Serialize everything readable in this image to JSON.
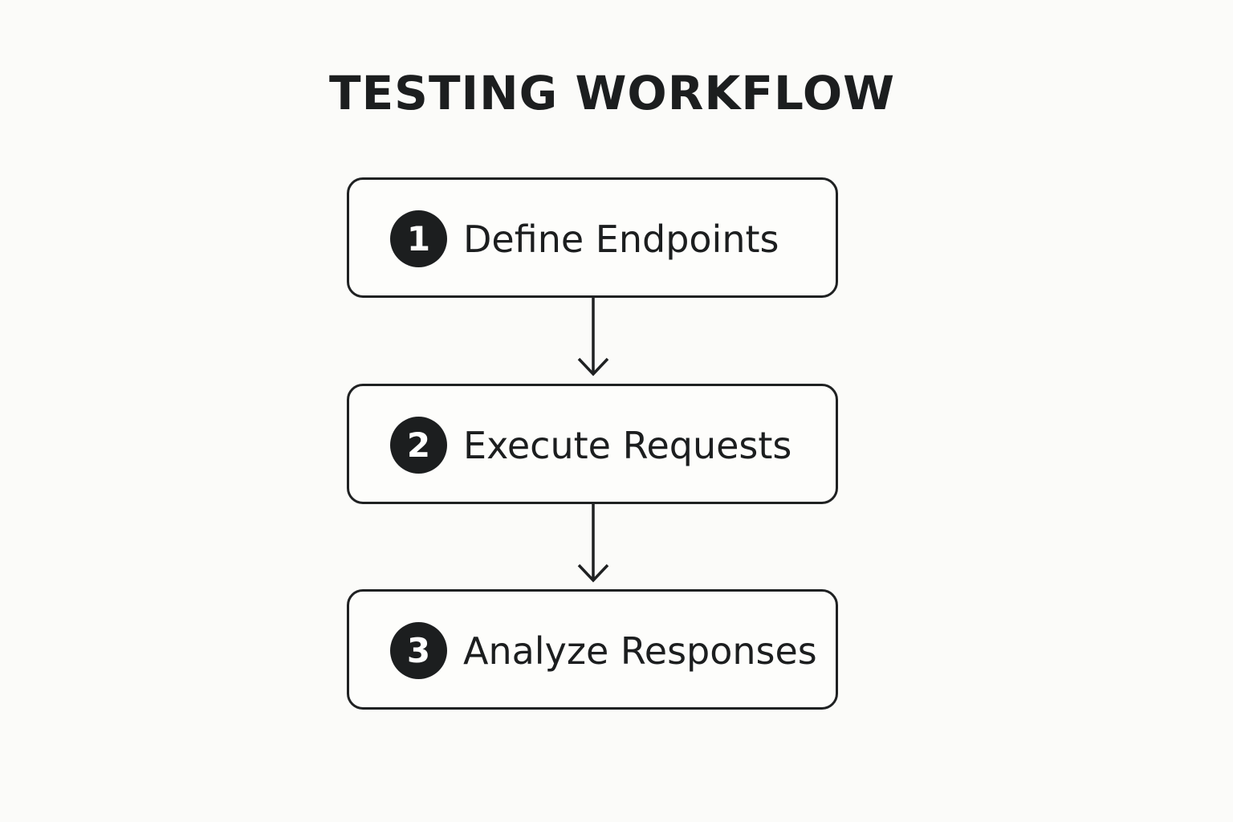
{
  "diagram": {
    "title": "TESTING WORKFLOW",
    "steps": [
      {
        "number": "1",
        "label": "Define Endpoints"
      },
      {
        "number": "2",
        "label": "Execute Requests"
      },
      {
        "number": "3",
        "label": "Analyze Responses"
      }
    ],
    "colors": {
      "background": "#fbfbf9",
      "ink": "#1c1e1f",
      "badge_text": "#ffffff"
    }
  }
}
